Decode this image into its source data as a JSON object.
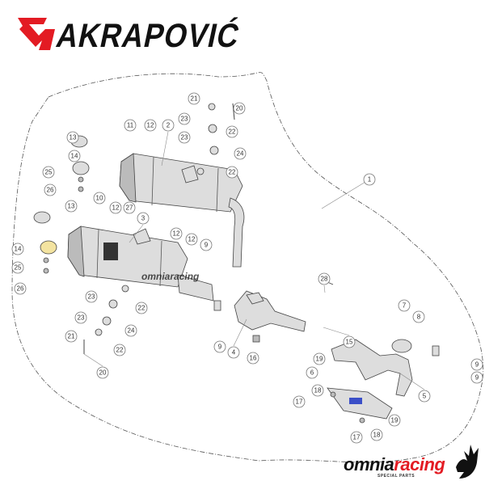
{
  "brand": {
    "name": "AKRAPOVIĆ",
    "color": "#e31b23"
  },
  "dealer": {
    "name_part1": "omnia",
    "name_part2": "racing",
    "tagline": "SPECIAL PARTS",
    "watermark": "omniaracing",
    "color": "#e31b23"
  },
  "callouts": [
    "1",
    "2",
    "3",
    "4",
    "5",
    "6",
    "7",
    "8",
    "9",
    "9",
    "9",
    "9",
    "10",
    "11",
    "12",
    "12",
    "12",
    "12",
    "13",
    "13",
    "14",
    "14",
    "15",
    "16",
    "17",
    "17",
    "18",
    "18",
    "19",
    "19",
    "20",
    "20",
    "21",
    "21",
    "22",
    "22",
    "22",
    "22",
    "23",
    "23",
    "23",
    "23",
    "24",
    "24",
    "25",
    "25",
    "26",
    "26",
    "27",
    "28"
  ]
}
